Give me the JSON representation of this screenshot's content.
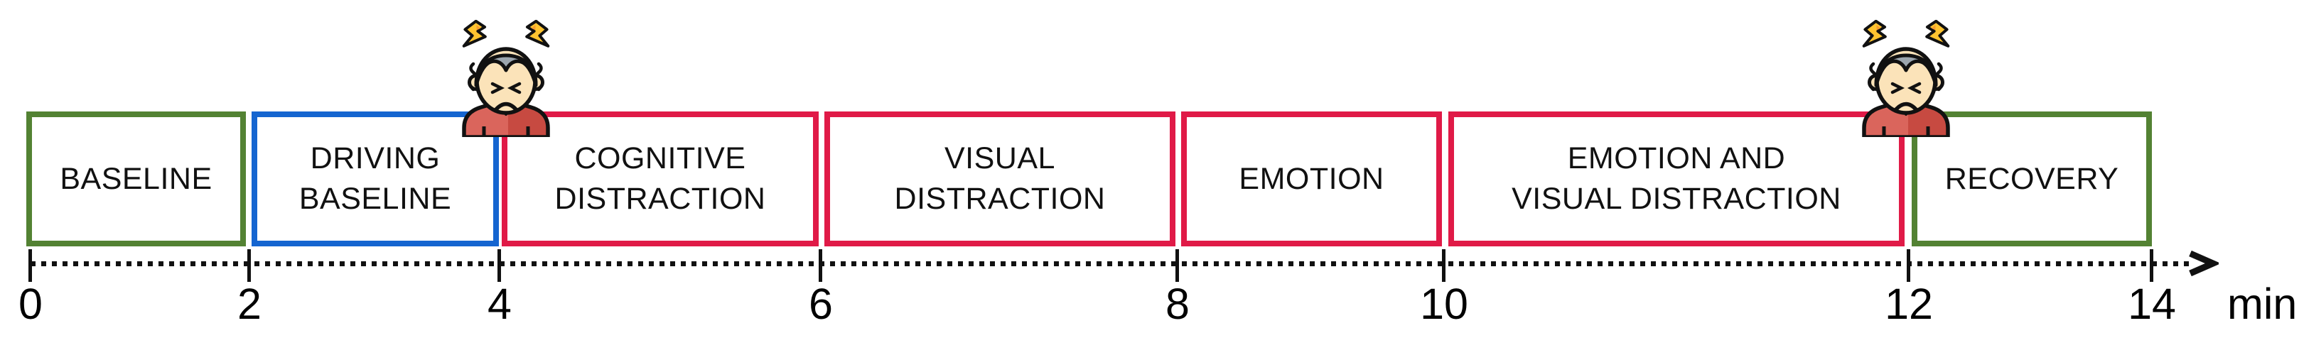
{
  "timeline": {
    "unit_label": "min",
    "axis_ticks": [
      {
        "label": "0"
      },
      {
        "label": "2"
      },
      {
        "label": "4"
      },
      {
        "label": "6"
      },
      {
        "label": "8"
      },
      {
        "label": "10"
      },
      {
        "label": "12"
      },
      {
        "label": "14"
      }
    ],
    "phases": [
      {
        "label": "BASELINE",
        "start_min": 0,
        "end_min": 2,
        "border_color": "#538233"
      },
      {
        "label": "DRIVING\nBASELINE",
        "start_min": 2,
        "end_min": 4,
        "border_color": "#1565D0"
      },
      {
        "label": "COGNITIVE\nDISTRACTION",
        "start_min": 4,
        "end_min": 6,
        "border_color": "#E01A47"
      },
      {
        "label": "VISUAL\nDISTRACTION",
        "start_min": 6,
        "end_min": 8,
        "border_color": "#E01A47"
      },
      {
        "label": "EMOTION",
        "start_min": 8,
        "end_min": 10,
        "border_color": "#E01A47"
      },
      {
        "label": "EMOTION AND\nVISUAL DISTRACTION",
        "start_min": 10,
        "end_min": 12,
        "border_color": "#E01A47"
      },
      {
        "label": "RECOVERY",
        "start_min": 12,
        "end_min": 14,
        "border_color": "#538233"
      }
    ],
    "stress_icons": [
      {
        "name": "stressed-person-icon",
        "at_min": 4
      },
      {
        "name": "stressed-person-icon",
        "at_min": 12
      }
    ],
    "colors": {
      "axis": "#111111",
      "text": "#111111",
      "baseline_green": "#538233",
      "driving_blue": "#1565D0",
      "stressor_red": "#E01A47",
      "icon_hair": "#9CA6AE",
      "icon_skin": "#FBE3B9",
      "icon_shirt": "#DA655C",
      "icon_shirt_shade": "#C74A41",
      "icon_bolt": "#FFC430"
    }
  }
}
